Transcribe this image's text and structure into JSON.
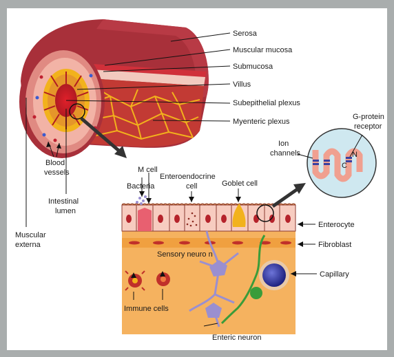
{
  "labels": {
    "serosa": "Serosa",
    "muscular_mucosa": "Muscular mucosa",
    "submucosa": "Submucosa",
    "villus": "Villus",
    "subepithelial_plexus": "Subepithelial plexus",
    "myenteric_plexus": "Myenteric plexus",
    "blood_vessels_1": "Blood",
    "blood_vessels_2": "vessels",
    "intestinal_lumen_1": "Intestinal",
    "intestinal_lumen_2": "lumen",
    "muscular_externa_1": "Muscular",
    "muscular_externa_2": "externa",
    "m_cell": "M cell",
    "bacteria": "Bacteria",
    "enteroendocrine_1": "Enteroendocrine",
    "enteroendocrine_2": "cell",
    "goblet_cell": "Goblet cell",
    "ion_channels_1": "Ion",
    "ion_channels_2": "channels",
    "gprotein_1": "G-protein",
    "gprotein_2": "receptor",
    "enterocyte": "Enterocyte",
    "fibroblast": "Fibroblast",
    "sensory_neuron": "Sensory neuro n",
    "capillary": "Capillary",
    "immune_cells": "Immune cells",
    "enteric_neuron": "Enteric neuron",
    "receptor_n": "N",
    "receptor_c": "C"
  },
  "colors": {
    "frame": "#a9adad",
    "serosa": "#a8303a",
    "muscle": "#c23a34",
    "submucosa_pink": "#f2b3a6",
    "plexus": "#f2b21c",
    "tissue": "#f5b25f",
    "cell_pink": "#f7ccc0",
    "nucleus": "#b5232b",
    "neuron_purple": "#9a8fd0",
    "neuron_green": "#3a9c3a",
    "capillary_blue": "#2b2f9a",
    "circle_fill": "#cfe8f0"
  }
}
